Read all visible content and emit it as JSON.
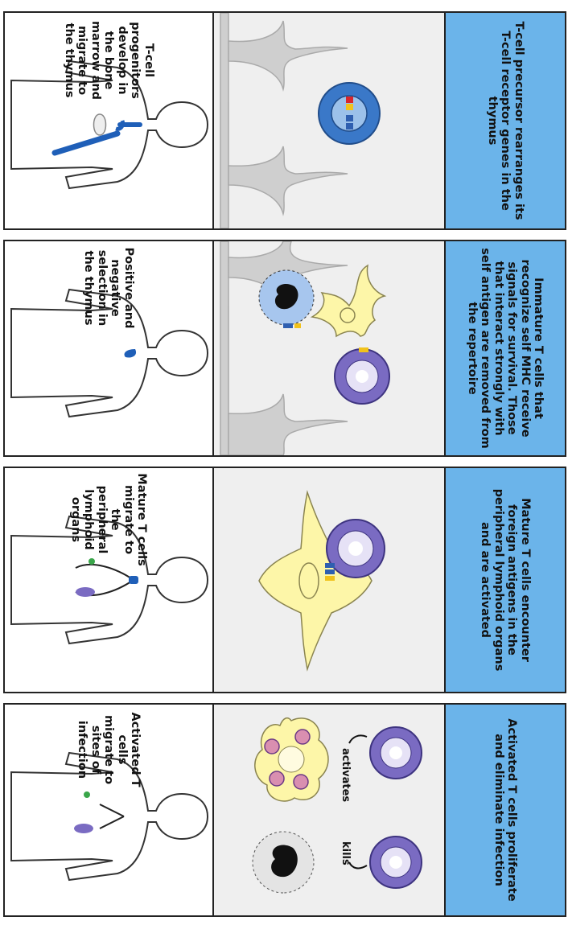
{
  "panels": [
    {
      "caption": "T-cell precursor rearranges its T-cell receptor genes in the thymus",
      "stage": "T-cell progenitors develop in the bone marrow and migrate to the thymus"
    },
    {
      "caption": "Immature T cells that recognize self MHC receive signals for survival. Those that interact strongly with self antigen are removed from the repertoire",
      "stage": "Positive and negative selection in the thymus"
    },
    {
      "caption": "Mature T cells encounter foreign antigens in the peripheral lymphoid organs and are activated",
      "stage": "Mature T cells migrate to the peripheral lymphoid organs"
    },
    {
      "caption": "Activated T cells proliferate and eliminate infection",
      "stage": "Activated T cells migrate to sites of infection",
      "label_activates": "activates",
      "label_kills": "kills"
    }
  ],
  "colors": {
    "caption_bg": "#6bb4ea",
    "scene_bg": "#efefef",
    "thymus_stroma": "#cfcfcf",
    "precursor_blue": "#3a78c8",
    "tcell_purple": "#7a6bc2",
    "apc_yellow": "#fdf6a8"
  }
}
